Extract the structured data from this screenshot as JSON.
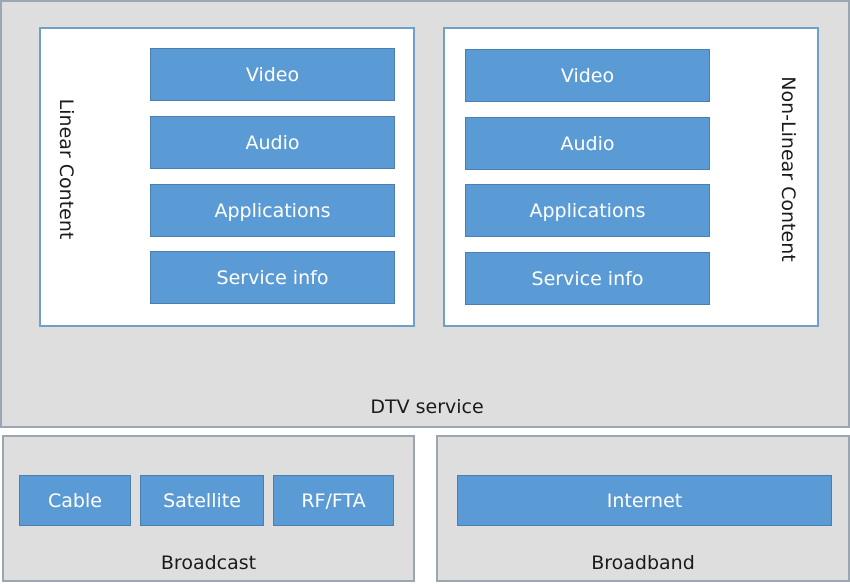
{
  "dtv_service": {
    "label": "DTV service",
    "linear": {
      "label": "Linear Content",
      "items": [
        "Video",
        "Audio",
        "Applications",
        "Service info"
      ]
    },
    "non_linear": {
      "label": "Non-Linear Content",
      "items": [
        "Video",
        "Audio",
        "Applications",
        "Service info"
      ]
    }
  },
  "broadcast": {
    "label": "Broadcast",
    "items": [
      "Cable",
      "Satellite",
      "RF/FTA"
    ]
  },
  "broadband": {
    "label": "Broadband",
    "items": [
      "Internet"
    ]
  },
  "colors": {
    "block_fill": "#5b9bd5",
    "panel_fill": "#dedede",
    "inner_border": "#6f9fcb"
  }
}
